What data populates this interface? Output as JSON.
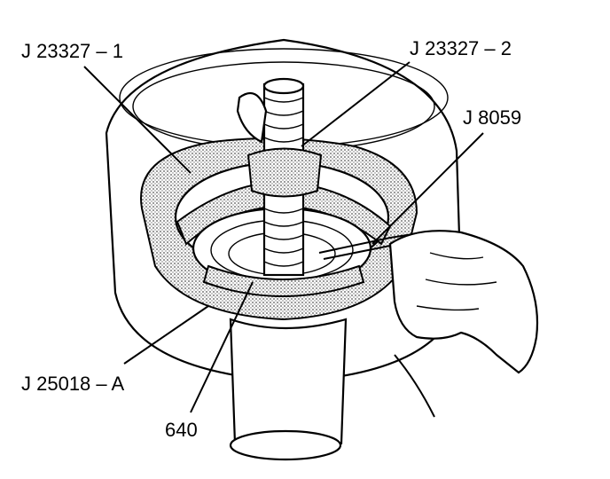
{
  "labels": {
    "tool_1": "J 23327 – 1",
    "tool_2": "J 23327 – 2",
    "tool_3": "J 8059",
    "tool_4": "J 25018 – A",
    "part": "640"
  },
  "colors": {
    "ink": "#000000",
    "paper": "#ffffff",
    "shading": "#9a9a9a"
  }
}
